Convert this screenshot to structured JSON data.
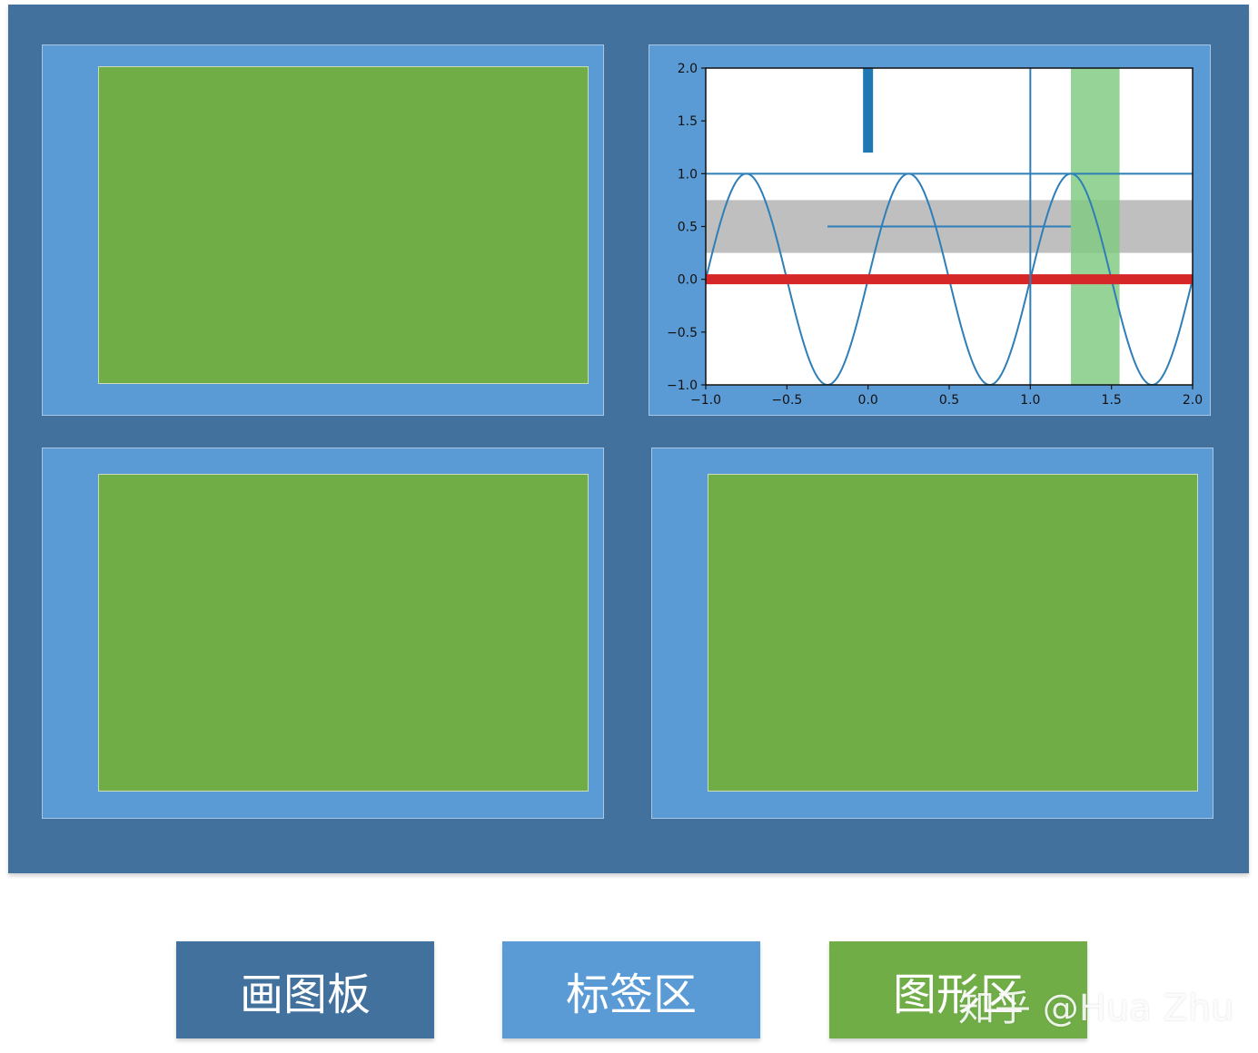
{
  "legend": {
    "canvas": {
      "label": "画图板",
      "color": "#41719c"
    },
    "label_area": {
      "label": "标签区",
      "color": "#5b9bd5"
    },
    "plot_area": {
      "label": "图形区",
      "color": "#70ad47"
    }
  },
  "watermark": "知乎 @Hua Zhu",
  "chart_data": {
    "type": "line",
    "xlim": [
      -1.0,
      2.0
    ],
    "ylim": [
      -1.0,
      2.0
    ],
    "x_ticks": [
      "−1.0",
      "−0.5",
      "0.0",
      "0.5",
      "1.0",
      "1.5",
      "2.0"
    ],
    "y_ticks": [
      "2.0",
      "1.5",
      "1.0",
      "0.5",
      "0.0",
      "−0.5",
      "−1.0"
    ],
    "grid": false,
    "series": [
      {
        "kind": "sine",
        "function": "sin(2*pi*x)",
        "x_range": [
          -1.0,
          2.0
        ],
        "color": "#2e7eb8"
      }
    ],
    "reference_lines": [
      {
        "kind": "axhline",
        "y": 1.0,
        "color": "#2e7eb8"
      },
      {
        "kind": "axhline",
        "y": 0.0,
        "color": "#d62728",
        "thick": true
      },
      {
        "kind": "axvline",
        "x": 1.0,
        "color": "#2e7eb8"
      },
      {
        "kind": "hline",
        "y": 0.5,
        "xmin": -0.25,
        "xmax": 1.25,
        "color": "#2e7eb8"
      },
      {
        "kind": "vline",
        "x": 0.0,
        "ymin": 1.2,
        "ymax": 2.0,
        "color": "#1f77b4",
        "thick": true
      }
    ],
    "spans": [
      {
        "kind": "axhspan",
        "ymin": 0.25,
        "ymax": 0.75,
        "color": "#bfbfbf"
      },
      {
        "kind": "axvspan",
        "xmin": 1.25,
        "xmax": 1.55,
        "color": "#7fc97f"
      }
    ]
  }
}
